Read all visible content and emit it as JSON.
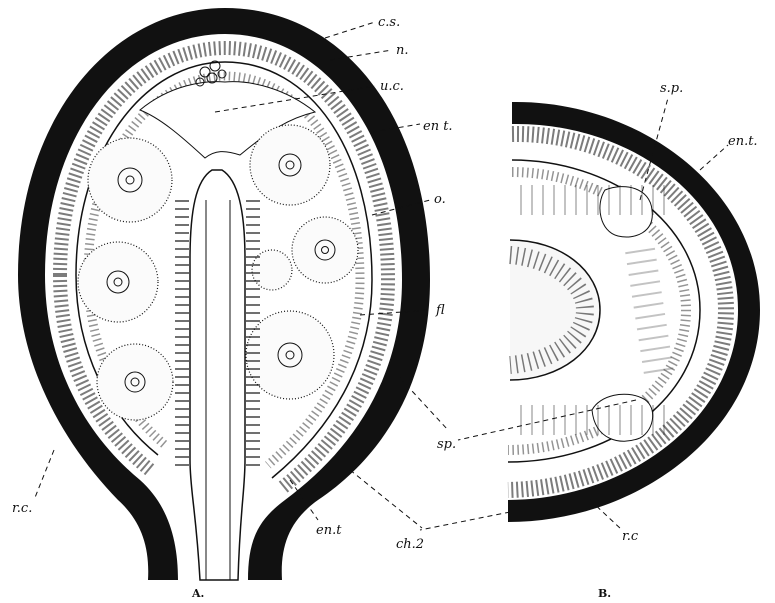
{
  "figure": {
    "panel_a": {
      "caption": "A.",
      "labels": {
        "cs": "c.s.",
        "n": "n.",
        "uc": "u.c.",
        "ent_top": "en t.",
        "o": "o.",
        "fl": "fl",
        "sp": "sp.",
        "rc": "r.c.",
        "ent_bottom": "en.t",
        "ch2": "ch.2"
      }
    },
    "panel_b": {
      "caption": "B.",
      "labels": {
        "sp": "s.p.",
        "ent": "en.t.",
        "rc": "r.c"
      }
    }
  },
  "colors": {
    "ink": "#111111",
    "paper": "#ffffff"
  }
}
